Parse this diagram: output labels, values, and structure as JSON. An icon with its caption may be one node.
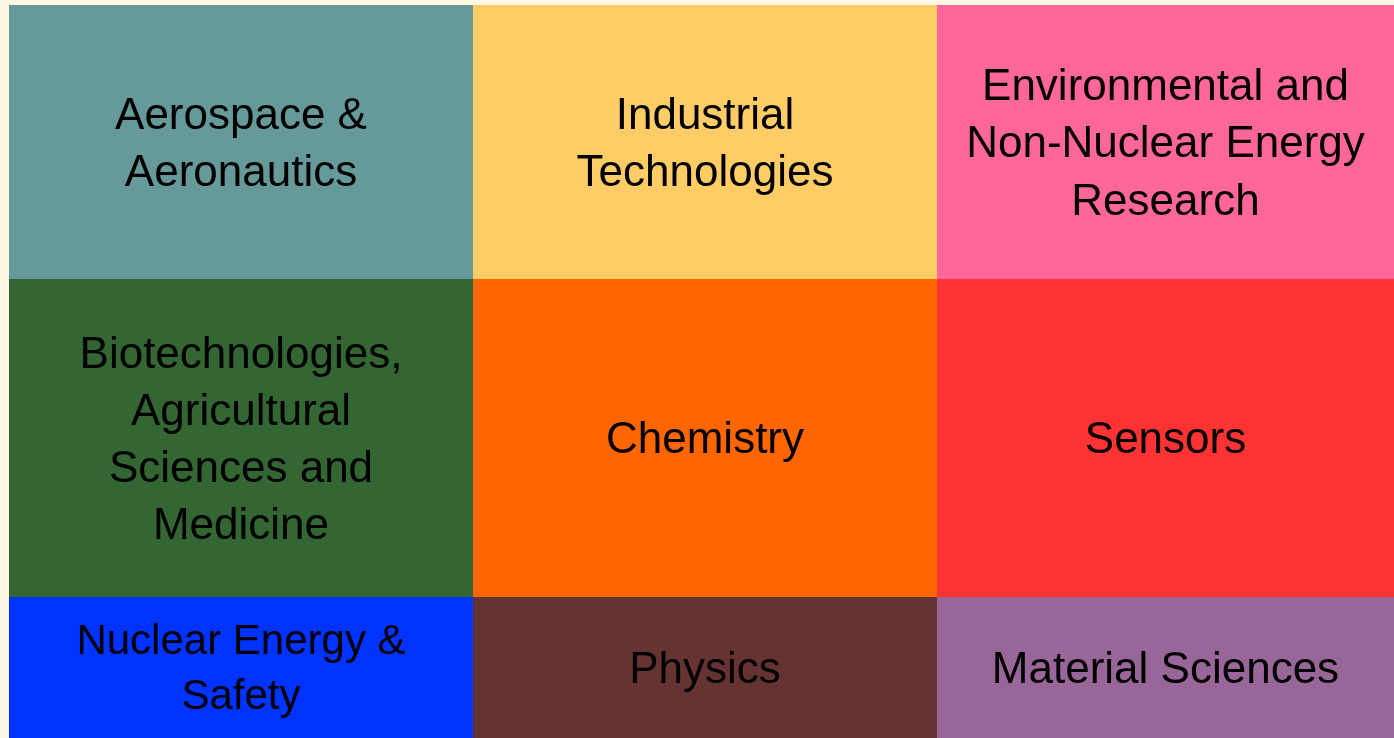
{
  "diagram": {
    "nodes": [
      {
        "text": [
          "Aerospace & Aeronautics"
        ]
      },
      {
        "text": [
          "Industrial Technologies"
        ]
      },
      {
        "text": [
          "Environmental and Non-Nuclear Energy Research"
        ]
      },
      {
        "text": [
          "Biotechnologies, Agricultural Sciences and Medicine"
        ]
      },
      {
        "text": [
          "Chemistry"
        ]
      },
      {
        "text": [
          "Sensors"
        ]
      },
      {
        "text": [
          "Nuclear Energy & Safety"
        ]
      },
      {
        "text": [
          "Physics"
        ]
      },
      {
        "text": [
          "Material Sciences"
        ]
      }
    ]
  }
}
